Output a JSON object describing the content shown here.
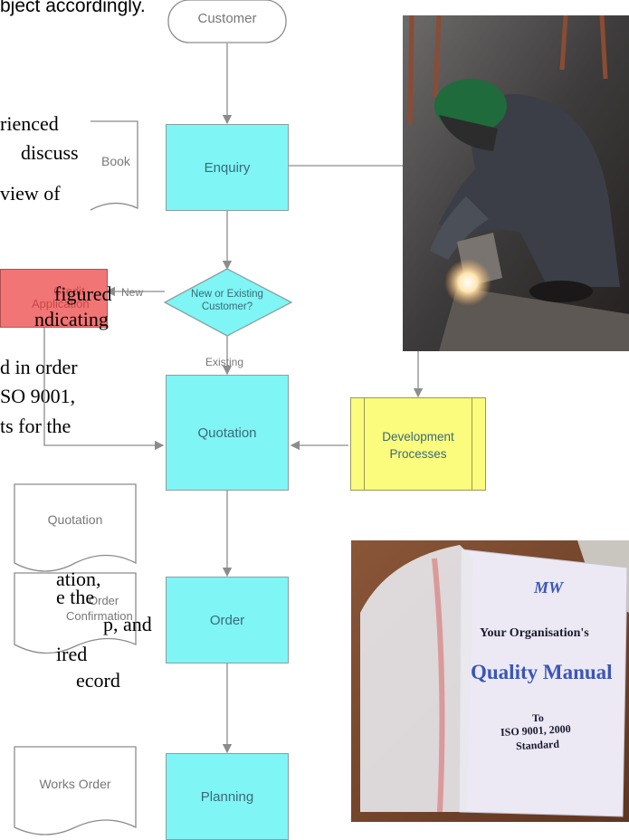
{
  "top_text": "bject accordingly.",
  "body_fragments": {
    "line1": "rienced",
    "line2": "discuss",
    "line3": "view of",
    "line4": "figured",
    "line5": "ndicating",
    "line6": "d in order",
    "line7": "SO 9001,",
    "line8": "ts for the",
    "line9": "ation,",
    "line10": "e  the",
    "line11": "p,  and",
    "line12": "ired",
    "line13": "ecord"
  },
  "flowchart": {
    "customer": "Customer",
    "book": "Book",
    "enquiry": "Enquiry",
    "decision": "New or Existing Customer?",
    "decision_line1": "New or Existing",
    "decision_line2": "Customer?",
    "new_label": "New",
    "existing_label": "Existing",
    "application_line1": "Credit",
    "application_line2": "Application",
    "quotation_box": "Quotation",
    "development_line1": "Development",
    "development_line2": "Processes",
    "quotation_doc": "Quotation",
    "order_conf_line1": "Order",
    "order_conf_line2": "Confirmation",
    "order_box": "Order",
    "works_order": "Works Order",
    "planning": "Planning"
  },
  "manual": {
    "logo": "MW",
    "org": "Your Organisation's",
    "title": "Quality Manual",
    "to": "To",
    "standard_line": "ISO 9001, 2000",
    "standard": "Standard"
  },
  "colors": {
    "process_box": "#7ff5f5",
    "decision": "#7ff5f5",
    "application": "#f27575",
    "development": "#fbfb7d",
    "line": "#8c8c8c"
  }
}
